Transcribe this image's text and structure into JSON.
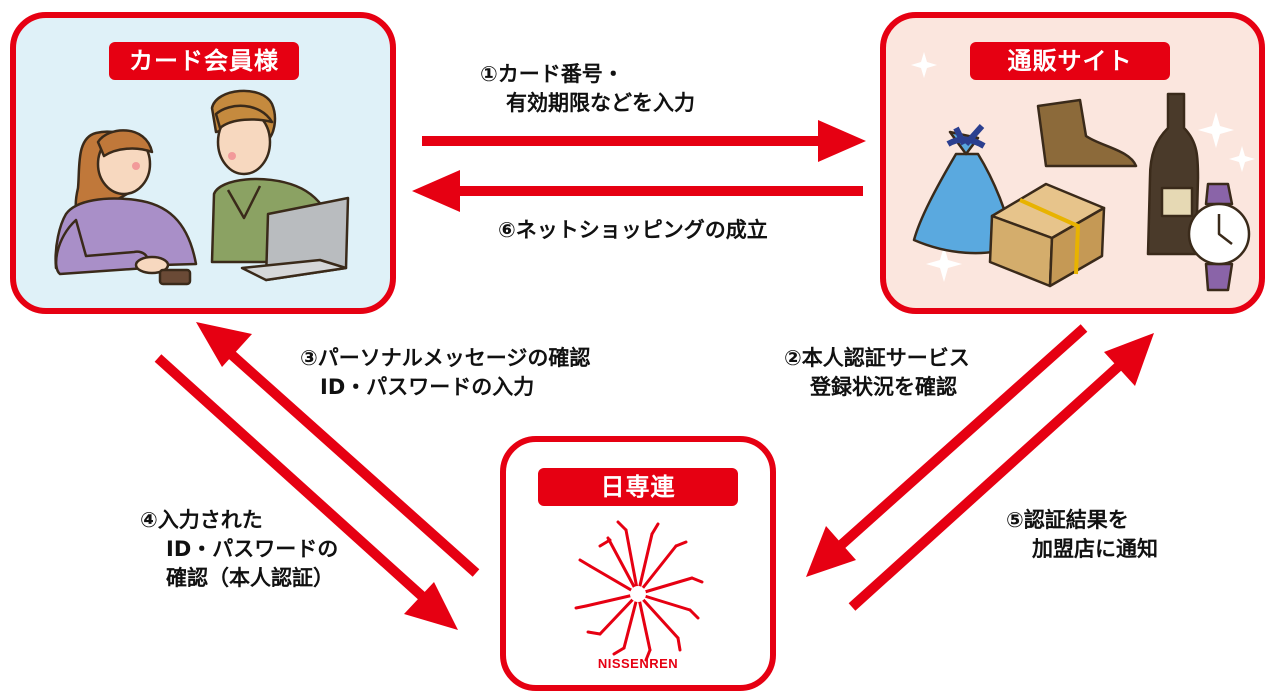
{
  "nodes": {
    "member": "カード会員様",
    "shop": "通販サイト",
    "nissenren": "日専連",
    "logo_text": "NISSENREN"
  },
  "steps": {
    "step1": [
      "①カード番号・",
      "有効期限などを入力"
    ],
    "step2": [
      "②本人認証サービス",
      "登録状況を確認"
    ],
    "step3": [
      "③パーソナルメッセージの確認",
      "ID・パスワードの入力"
    ],
    "step4": [
      "④入力された",
      "ID・パスワードの",
      "確認（本人認証）"
    ],
    "step5": [
      "⑤認証結果を",
      "加盟店に通知"
    ],
    "step6": [
      "⑥ネットショッピングの成立"
    ]
  },
  "colors": {
    "accent": "#e60012",
    "member_bg": "#dff1f8",
    "shop_bg": "#fbe6de"
  }
}
